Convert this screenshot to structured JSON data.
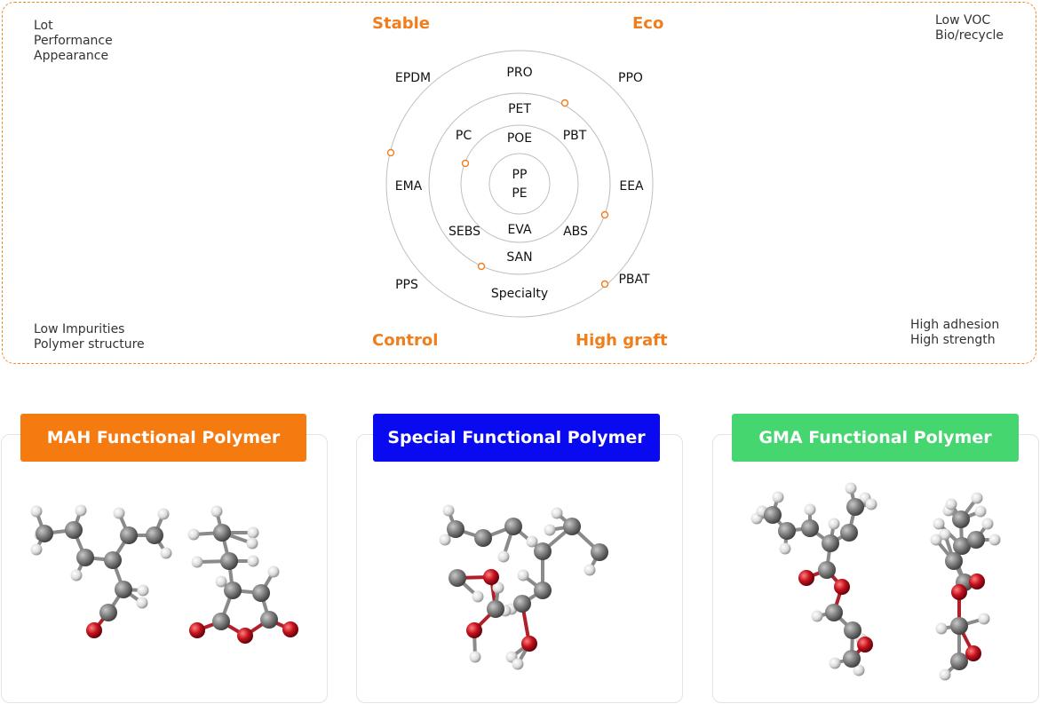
{
  "corners": {
    "top_left": [
      "Lot",
      "Performance",
      "Appearance"
    ],
    "top_right": [
      "Low VOC",
      "Bio/recycle"
    ],
    "bottom_left": [
      "Low Impurities",
      "Polymer structure"
    ],
    "bottom_right": [
      "High adhesion",
      "High strength"
    ]
  },
  "keywords": {
    "stable": "Stable",
    "eco": "Eco",
    "control": "Control",
    "high_graft": "High graft"
  },
  "polymers": {
    "center_top": "PP",
    "center_bottom": "PE",
    "ring1": [
      "POE",
      "EVA"
    ],
    "ring2": [
      "PET",
      "PC",
      "PBT",
      "SEBS",
      "ABS",
      "SAN"
    ],
    "ring3": [
      "PRO",
      "EMA",
      "EEA",
      "Specialty"
    ],
    "outside": [
      "EPDM",
      "PPO",
      "PPS",
      "PBAT"
    ]
  },
  "cards": [
    {
      "title": "MAH Functional Polymer",
      "color": "#f57a10"
    },
    {
      "title": "Special Functional Polymer",
      "color": "#0a0af0"
    },
    {
      "title": "GMA Functional Polymer",
      "color": "#45d670"
    }
  ],
  "colors": {
    "accent": "#f07e1c",
    "ring": "#bfbfbf",
    "carbon": "#777777",
    "oxygen": "#c4121c",
    "hydrogen": "#e6e6e6"
  }
}
